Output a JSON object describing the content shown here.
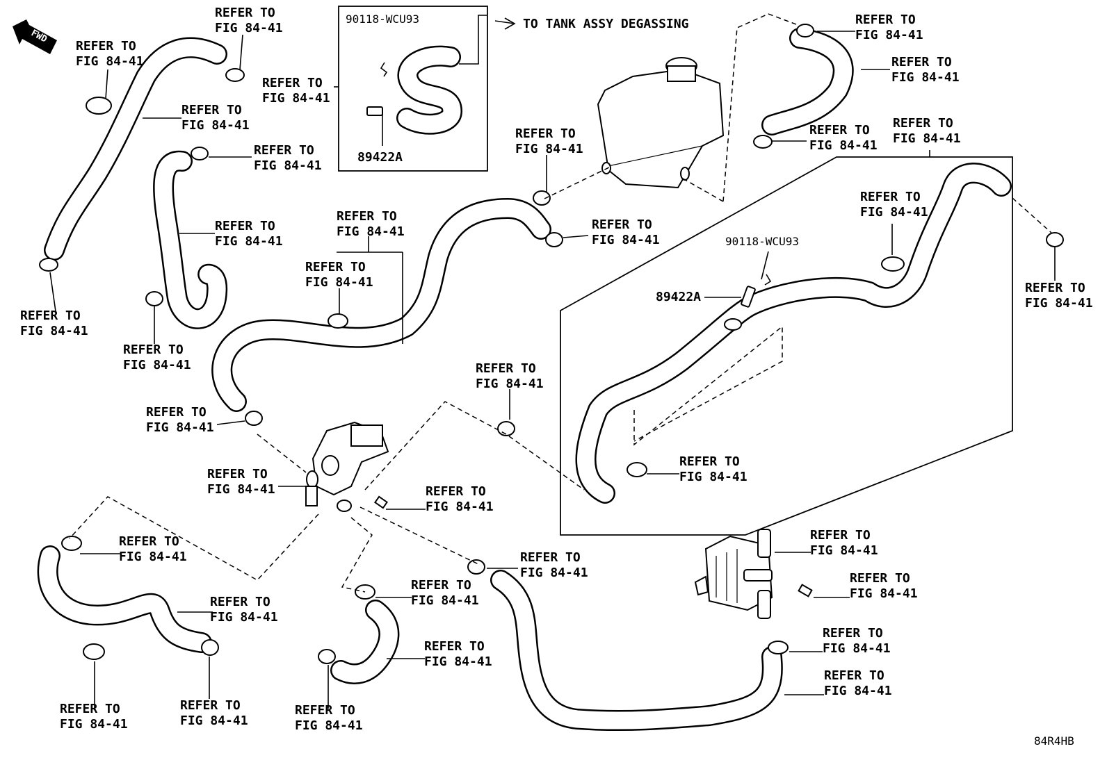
{
  "refer_line1": "REFER TO",
  "refer_line2": "FIG 84-41",
  "fwd_label": "FWD",
  "tank_note": "TO TANK ASSY DEGASSING",
  "inset_clip_part_no": "90118-WCU93",
  "inset_sensor_part_no": "89422A",
  "main_clip_part_no": "90118-WCU93",
  "main_sensor_part_no": "89422A",
  "diagram_code": "84R4HB"
}
